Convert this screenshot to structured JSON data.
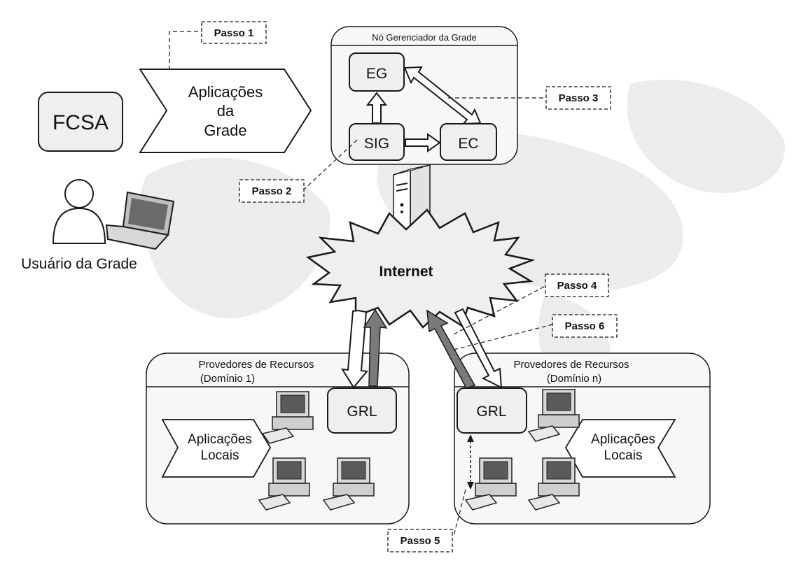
{
  "diagram": {
    "user": {
      "label": "Usuário da Grade"
    },
    "fcsa": {
      "label": "FCSA"
    },
    "grid_apps": {
      "lines": [
        "Aplicações",
        "da",
        "Grade"
      ]
    },
    "manager_node": {
      "title": "Nó Gerenciador da Grade",
      "eg": "EG",
      "sig": "SIG",
      "ec": "EC"
    },
    "internet": {
      "label": "Internet"
    },
    "provider_left": {
      "title_line1": "Provedores de Recursos",
      "title_line2": "(Domínio 1)",
      "grl": "GRL",
      "local_apps": [
        "Aplicações",
        "Locais"
      ]
    },
    "provider_right": {
      "title_line1": "Provedores de Recursos",
      "title_line2": "(Domínio n)",
      "grl": "GRL",
      "local_apps": [
        "Aplicações",
        "Locais"
      ]
    },
    "steps": {
      "passo1": "Passo 1",
      "passo2": "Passo 2",
      "passo3": "Passo 3",
      "passo4": "Passo 4",
      "passo5": "Passo 5",
      "passo6": "Passo 6"
    }
  }
}
